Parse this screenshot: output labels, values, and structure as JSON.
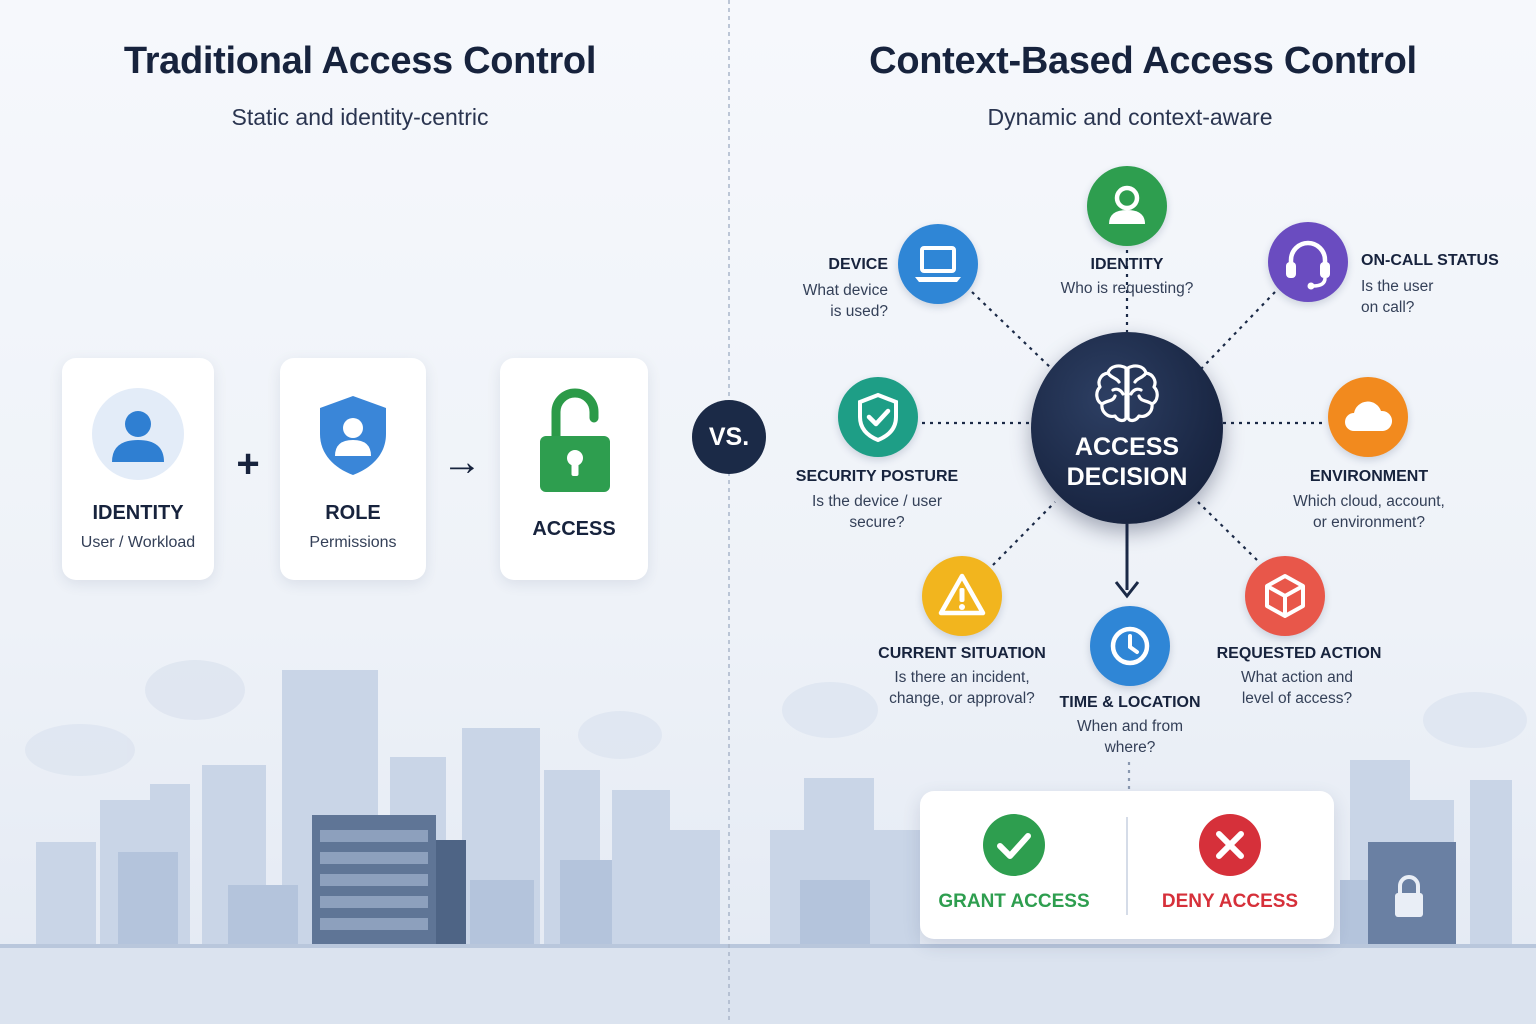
{
  "left": {
    "title": "Traditional Access Control",
    "subtitle": "Static and identity-centric",
    "cards": [
      {
        "title": "IDENTITY",
        "subtitle": "User / Workload",
        "icon": "user-icon"
      },
      {
        "title": "ROLE",
        "subtitle": "Permissions",
        "icon": "shield-user-icon"
      },
      {
        "title": "ACCESS",
        "subtitle": "",
        "icon": "unlocked-padlock-icon"
      }
    ],
    "operators": [
      "+",
      "→"
    ]
  },
  "vs_label": "VS.",
  "right": {
    "title": "Context-Based Access Control",
    "subtitle": "Dynamic and context-aware",
    "center": {
      "line1": "ACCESS",
      "line2": "DECISION",
      "icon": "brain-icon"
    },
    "factors": {
      "identity": {
        "title": "IDENTITY",
        "desc": "Who is requesting?",
        "color": "#2e9e4f",
        "icon": "user-icon"
      },
      "device": {
        "title": "DEVICE",
        "desc1": "What device",
        "desc2": "is used?",
        "color": "#2f86d6",
        "icon": "laptop-icon"
      },
      "oncall": {
        "title": "ON-CALL STATUS",
        "desc1": "Is the user",
        "desc2": "on call?",
        "color": "#6a4cc0",
        "icon": "headset-icon"
      },
      "posture": {
        "title": "SECURITY POSTURE",
        "desc1": "Is the device / user",
        "desc2": "secure?",
        "color": "#1e9e86",
        "icon": "shield-check-icon"
      },
      "environment": {
        "title": "ENVIRONMENT",
        "desc1": "Which cloud, account,",
        "desc2": "or environment?",
        "color": "#f28a1e",
        "icon": "cloud-icon"
      },
      "situation": {
        "title": "CURRENT SITUATION",
        "desc1": "Is there an incident,",
        "desc2": "change, or approval?",
        "color": "#f2b51e",
        "icon": "warning-icon"
      },
      "time": {
        "title": "TIME & LOCATION",
        "desc1": "When and from",
        "desc2": "where?",
        "color": "#2f86d6",
        "icon": "clock-icon"
      },
      "action": {
        "title": "REQUESTED ACTION",
        "desc1": "What action and",
        "desc2": "level of access?",
        "color": "#e8574a",
        "icon": "cube-icon"
      }
    },
    "outcomes": {
      "grant": {
        "label": "GRANT ACCESS",
        "color": "#2e9e4f",
        "icon": "check-icon"
      },
      "deny": {
        "label": "DENY ACCESS",
        "color": "#d6303a",
        "icon": "x-icon"
      }
    }
  }
}
